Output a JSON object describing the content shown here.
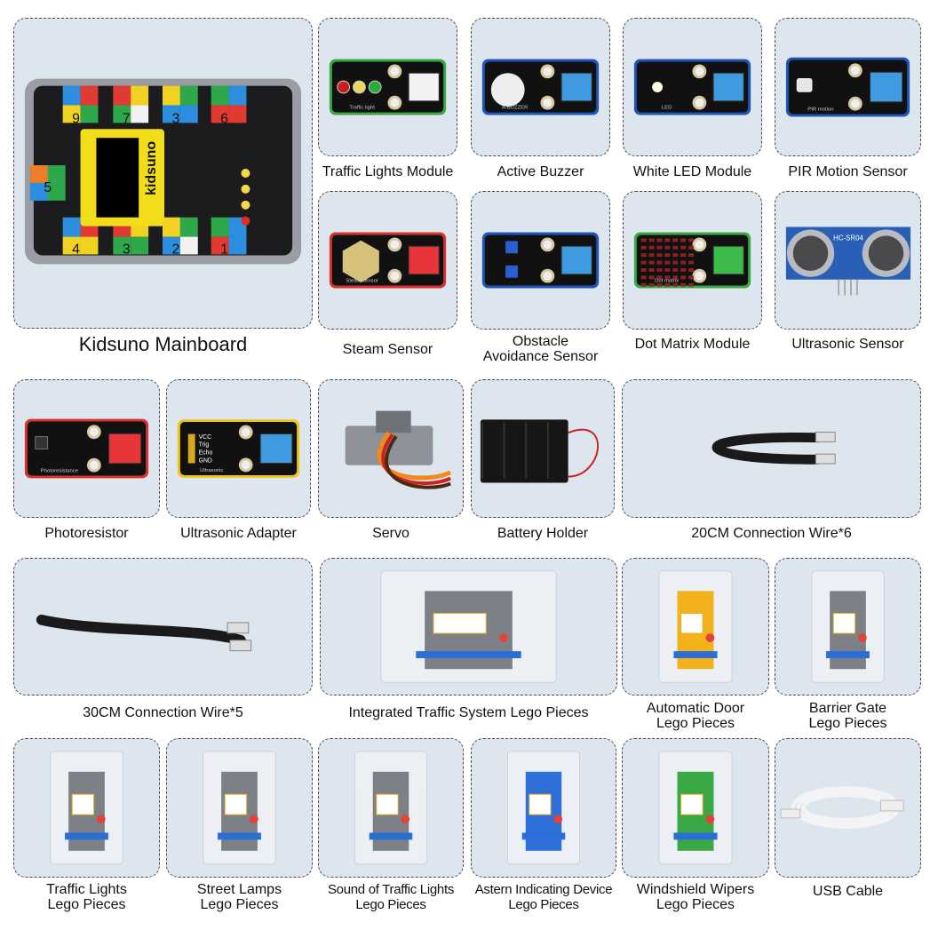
{
  "items": [
    {
      "id": "kidsuno-mainboard",
      "label": [
        "Kidsuno Mainboard"
      ],
      "visual": "mainboard",
      "board_text": "kidsuno",
      "port_numbers": [
        "9",
        "7",
        "3",
        "6",
        "5",
        "4",
        "3",
        "2",
        "1"
      ]
    },
    {
      "id": "traffic-lights-module",
      "label": [
        "Traffic Lights Module"
      ],
      "visual": "module",
      "border": "#3aa845",
      "key": "#f2f2f2",
      "board_text": "Traffic light",
      "icon": "traffic-light-icon"
    },
    {
      "id": "active-buzzer",
      "label": [
        "Active Buzzer"
      ],
      "visual": "module",
      "border": "#1f55b8",
      "key": "#3f9be0",
      "board_text": "A-BUZZER",
      "icon": "buzzer-icon"
    },
    {
      "id": "white-led-module",
      "label": [
        "White LED Module"
      ],
      "visual": "module",
      "border": "#1f55b8",
      "key": "#3f9be0",
      "board_text": "LED",
      "icon": "led-icon"
    },
    {
      "id": "pir-motion-sensor",
      "label": [
        "PIR Motion Sensor"
      ],
      "visual": "module",
      "border": "#1f55b8",
      "key": "#3f9be0",
      "board_text": "PIR motion",
      "icon": "motion-icon"
    },
    {
      "id": "steam-sensor",
      "label": [
        "Steam Sensor"
      ],
      "visual": "module",
      "border": "#d8332e",
      "key": "#e8353a",
      "board_text": "Steam sensor",
      "icon": "steam-pad-icon"
    },
    {
      "id": "obstacle-avoidance-sensor",
      "label": [
        "Obstacle",
        "Avoidance Sensor"
      ],
      "visual": "module",
      "border": "#1f55b8",
      "key": "#3f9be0",
      "board_text": "",
      "icon": "potentiometer-icon"
    },
    {
      "id": "dot-matrix-module",
      "label": [
        "Dot Matrix Module"
      ],
      "visual": "module",
      "border": "#3aa845",
      "key": "#3dbb4a",
      "board_text": "Dot matrix",
      "icon": "dot-matrix-icon"
    },
    {
      "id": "ultrasonic-sensor",
      "label": [
        "Ultrasonic Sensor"
      ],
      "visual": "ultrasonic",
      "board_text": "HC-SR04"
    },
    {
      "id": "photoresistor",
      "label": [
        "Photoresistor"
      ],
      "visual": "module",
      "border": "#d8332e",
      "key": "#e8353a",
      "board_text": "Photoresistance",
      "icon": "photoresistor-icon"
    },
    {
      "id": "ultrasonic-adapter",
      "label": [
        "Ultrasonic Adapter"
      ],
      "visual": "module",
      "border": "#f0c419",
      "key": "#3f9be0",
      "board_text": "Ultrasonic",
      "icon": "pin-header-icon",
      "pins": [
        "VCC",
        "Trig",
        "Echo",
        "GND"
      ]
    },
    {
      "id": "servo",
      "label": [
        "Servo"
      ],
      "visual": "servo"
    },
    {
      "id": "battery-holder",
      "label": [
        "Battery Holder"
      ],
      "visual": "battery"
    },
    {
      "id": "20cm-connection-wire",
      "label": [
        "20CM Connection Wire*6"
      ],
      "visual": "wire-short"
    },
    {
      "id": "30cm-connection-wire",
      "label": [
        "30CM Connection Wire*5"
      ],
      "visual": "wire-long"
    },
    {
      "id": "integrated-traffic-system-lego",
      "label": [
        "Integrated Traffic System Lego Pieces"
      ],
      "visual": "bag"
    },
    {
      "id": "automatic-door-lego",
      "label": [
        "Automatic Door",
        "Lego Pieces"
      ],
      "visual": "bag-yellow"
    },
    {
      "id": "barrier-gate-lego",
      "label": [
        "Barrier Gate",
        "Lego Pieces"
      ],
      "visual": "bag"
    },
    {
      "id": "traffic-lights-lego",
      "label": [
        "Traffic Lights",
        "Lego Pieces"
      ],
      "visual": "bag"
    },
    {
      "id": "street-lamps-lego",
      "label": [
        "Street Lamps",
        "Lego Pieces"
      ],
      "visual": "bag"
    },
    {
      "id": "sound-of-traffic-lights-lego",
      "label": [
        "Sound of Traffic Lights",
        "Lego Pieces"
      ],
      "visual": "bag"
    },
    {
      "id": "astern-indicating-device-lego",
      "label": [
        "Astern Indicating Device",
        "Lego Pieces"
      ],
      "visual": "bag-blue"
    },
    {
      "id": "windshield-wipers-lego",
      "label": [
        "Windshield Wipers",
        "Lego Pieces"
      ],
      "visual": "bag-green"
    },
    {
      "id": "usb-cable",
      "label": [
        "USB Cable"
      ],
      "visual": "usb"
    }
  ]
}
